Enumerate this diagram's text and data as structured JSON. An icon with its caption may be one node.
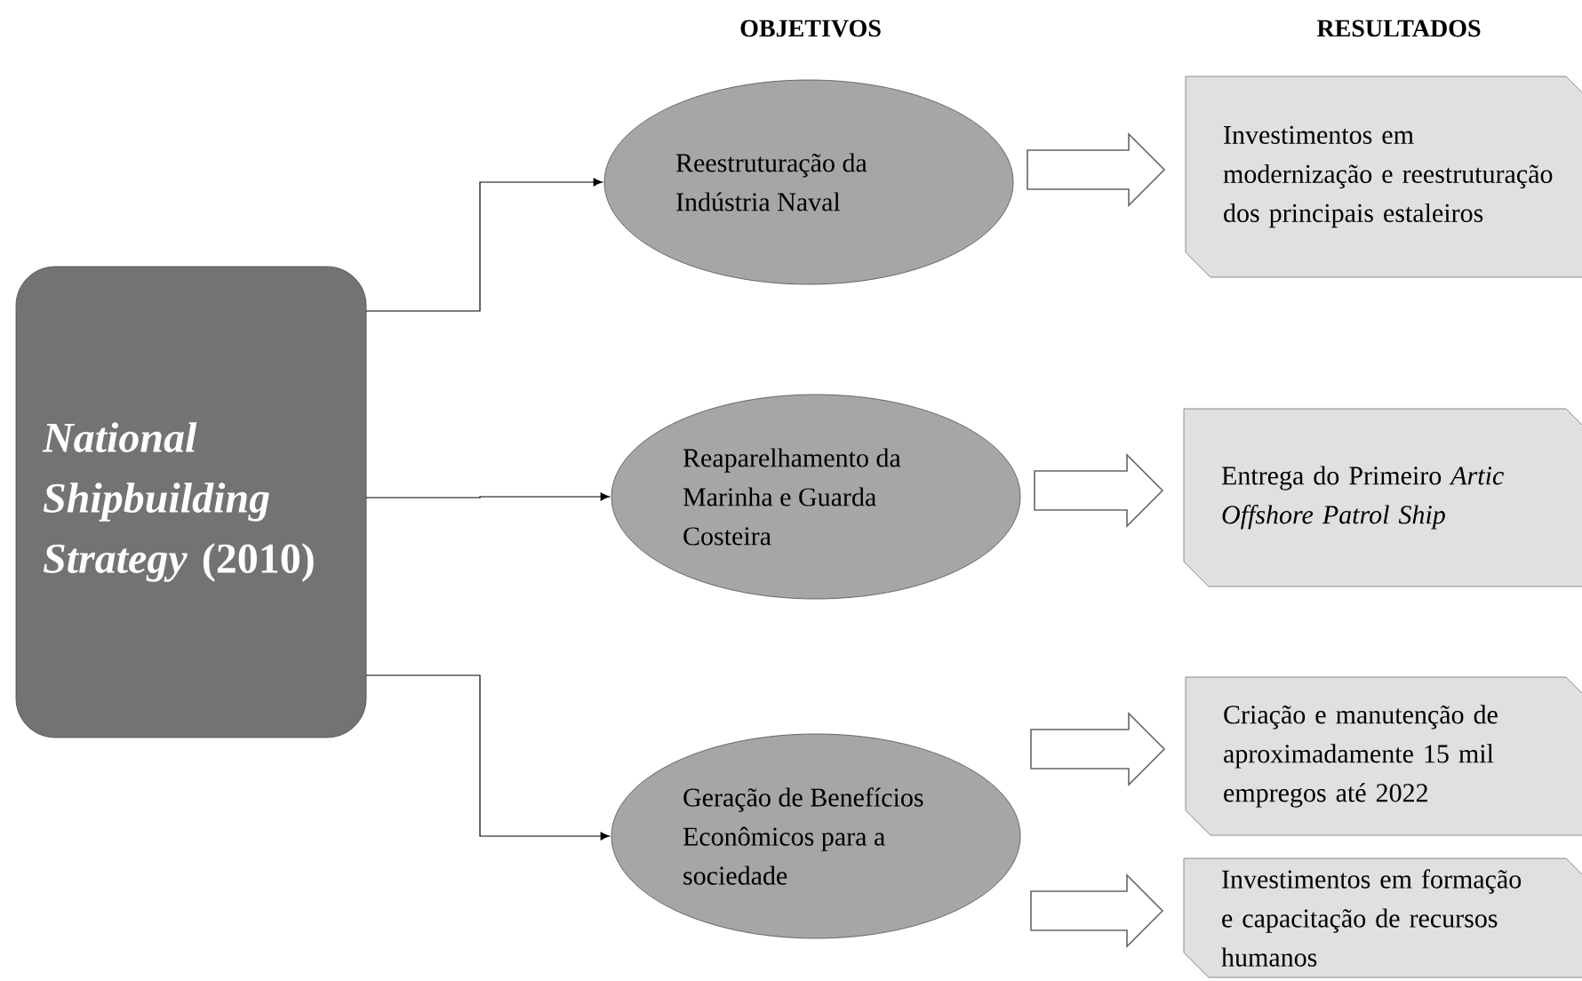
{
  "diagram": {
    "nodes": [
      {
        "text": [
          "*National Shipbuilding Strategy* (2010)"
        ]
      },
      {
        "text": [
          "Reestruturação da Indústria Naval"
        ]
      },
      {
        "text": [
          "Reaparelhamento da Marinha e Guarda Costeira"
        ]
      },
      {
        "text": [
          "Geração de Benefícios Econômicos para a sociedade"
        ]
      },
      {
        "text": [
          "Investimentos em modernização e reestruturação dos principais estaleiros"
        ]
      },
      {
        "text": [
          "Entrega do Primeiro *Artic Offshore Patrol Ship*"
        ]
      },
      {
        "text": [
          "Criação e manutenção de aproximadamente 15 mil empregos até 2022"
        ]
      },
      {
        "text": [
          "Investimentos em formação e capacitação de recursos humanos"
        ]
      }
    ],
    "edges": [
      {
        "from": 0,
        "to": 1,
        "arrow": "to"
      },
      {
        "from": 0,
        "to": 2,
        "arrow": "to"
      },
      {
        "from": 0,
        "to": 3,
        "arrow": "to"
      },
      {
        "from": 1,
        "to": 4,
        "arrow": "to",
        "style": "thick"
      },
      {
        "from": 2,
        "to": 5,
        "arrow": "to",
        "style": "thick"
      },
      {
        "from": 3,
        "to": 6,
        "arrow": "to",
        "style": "thick"
      },
      {
        "from": 3,
        "to": 7,
        "arrow": "to",
        "style": "thick"
      }
    ],
    "labels": [
      "OBJETIVOS",
      "RESULTADOS"
    ]
  }
}
